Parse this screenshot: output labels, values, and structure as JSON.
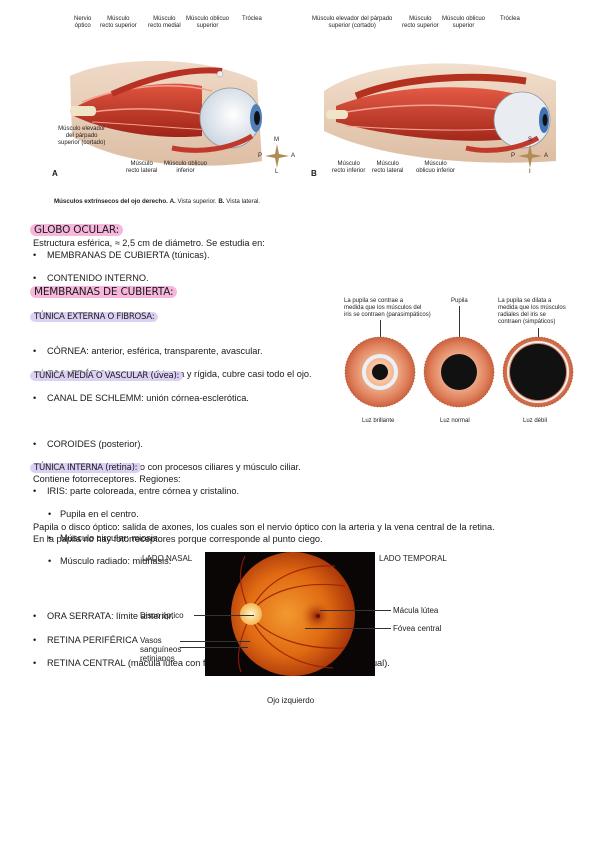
{
  "fig_muscles": {
    "a_labels": {
      "nerve": "Nervio\nóptico",
      "superior_rectus": "Músculo\nrecto superior",
      "medial_rectus": "Músculo\nrecto medial",
      "superior_oblique": "Músculo oblicuo\nsuperior",
      "trochlea": "Tróclea",
      "levator": "Músculo elevador\ndel párpado\nsuperior (cortado)",
      "lateral_rectus": "Músculo\nrecto lateral",
      "inferior_oblique": "Músculo oblicuo\ninferior",
      "letter": "A"
    },
    "b_labels": {
      "levator": "Músculo elevador del párpado\nsuperior (cortado)",
      "superior_rectus": "Músculo\nrecto superior",
      "superior_oblique": "Músculo oblicuo\nsuperior",
      "trochlea": "Tróclea",
      "inferior_rectus": "Músculo\nrecto inferior",
      "lateral_rectus": "Músculo\nrecto lateral",
      "inferior_oblique": "Músculo\noblicuo inferior",
      "letter": "B"
    },
    "compass_a": {
      "n": "M",
      "s": "L",
      "w": "P",
      "e": "A"
    },
    "compass_b": {
      "n": "S",
      "s": "I",
      "w": "P",
      "e": "A"
    },
    "caption_bold": "Músculos extrínsecos del ojo derecho.",
    "caption_a": "A.",
    "caption_a_text": " Vista superior.",
    "caption_b": "B.",
    "caption_b_text": " Vista lateral."
  },
  "sections": {
    "globo": {
      "title": "GLOBO OCULAR:",
      "intro": "Estructura esférica, ≈ 2,5 cm de diámetro. Se estudia en:",
      "items": [
        "MEMBRANAS DE CUBIERTA (túnicas).",
        "CONTENIDO INTERNO."
      ]
    },
    "membranas": {
      "title": "MEMBRANAS DE CUBIERTA:"
    },
    "externa": {
      "title": "TÚNICA EXTERNA O FIBROSA:",
      "items": [
        "CÓRNEA: anterior, esférica, transparente, avascular.",
        "ESCLERÓTICA: posterior, blanca y rígida, cubre casi todo el ojo.",
        "CANAL DE SCHLEMM: unión córnea-esclerótica."
      ]
    },
    "media": {
      "title": "TÚNICA MEDIA O VASCULAR (úvea):",
      "items": [
        "COROIDES (posterior).",
        "CUERPO CILIAR: anillo con procesos ciliares y músculo ciliar.",
        "IRIS: parte coloreada, entre córnea y cristalino."
      ],
      "subitems": [
        "Pupila en el centro.",
        "Músculo circular: miosis.",
        "Músculo radiado: midriasis."
      ]
    },
    "interna": {
      "title": "TÚNICA INTERNA (retina):",
      "intro": "Contiene fotorreceptores. Regiones:",
      "items": [
        "ORA SERRATA: límite anterior.",
        "RETINA PERIFÉRICA",
        "RETINA CENTRAL (mácula lútea con fóvea, se produce la máxima agudeza visual)."
      ],
      "papila1": "Papila o disco óptico: salida de axones, los cuales son el nervio óptico con la arteria y la vena central de la retina.",
      "papila2": "En la papila no hay fotorreceptores porque corresponde al punto ciego."
    }
  },
  "fig_pupil": {
    "label_contract": "La pupila se contrae a\nmedida que los músculos del\niris se contraen (parasimpáticos)",
    "label_pupila": "Pupila",
    "label_dilate": "La pupila se dilata a\nmedida que los músculos\nradiales del iris se\ncontraen (simpáticos)",
    "cap_bright": "Luz brillante",
    "cap_normal": "Luz normal",
    "cap_dim": "Luz débil"
  },
  "fig_fundus": {
    "nasal": "LADO NASAL",
    "temporal": "LADO TEMPORAL",
    "disco": "Disco óptico",
    "vasos": "Vasos\nsanguíneos\nretinianos",
    "macula": "Mácula lútea",
    "fovea": "Fóvea central",
    "caption": "Ojo izquierdo"
  },
  "colors": {
    "highlight_pink": "#f7b6dc",
    "highlight_lavender": "#dcd0f5",
    "muscle": "#c83a2a",
    "retina": "#e06a12"
  }
}
